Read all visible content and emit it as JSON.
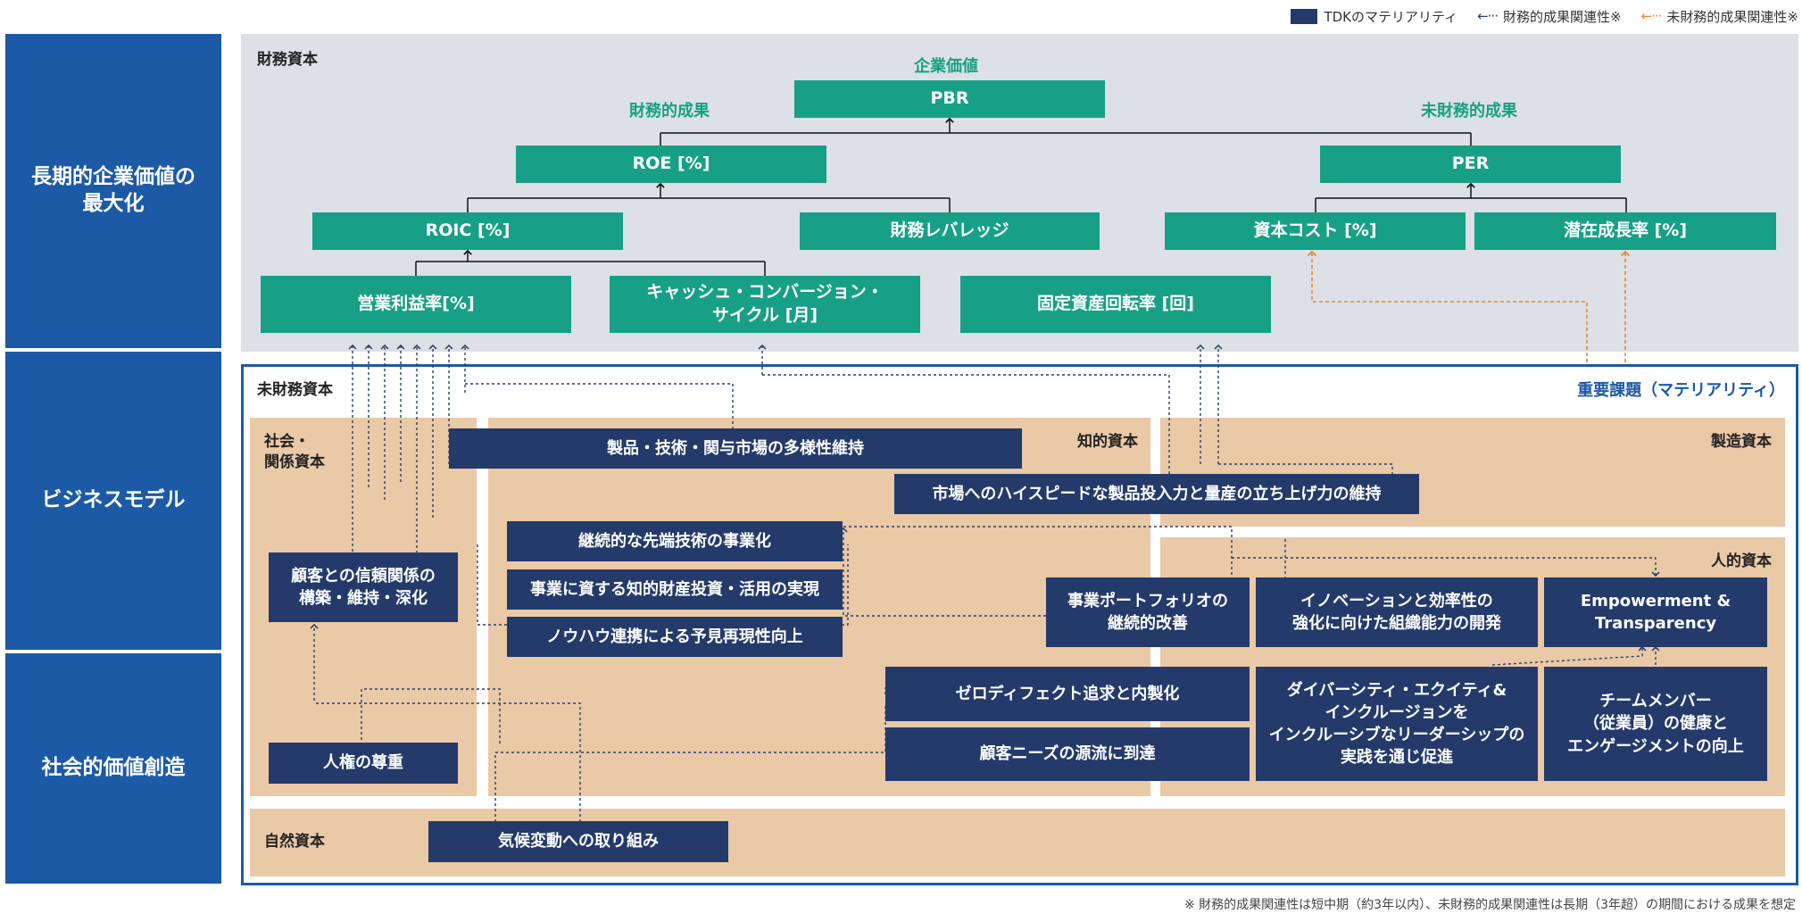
{
  "legend": {
    "tdk_materiality": "TDKのマテリアリティ",
    "financial": "財務的成果関連性※",
    "non_financial": "未財務的成果関連性※",
    "colors": {
      "materiality": "#233a6b",
      "financial": "#2b3f6e",
      "non_financial": "#e8892b"
    }
  },
  "sidebar": {
    "long_term": "長期的企業価値の\n最大化",
    "business_model": "ビジネスモデル",
    "social_value": "社会的価値創造"
  },
  "financial_capital": {
    "title": "財務資本",
    "corporate_value": "企業価値",
    "financial_results": "財務的成果",
    "non_financial_results": "未財務的成果",
    "nodes": {
      "pbr": "PBR",
      "roe": "ROE [%]",
      "per": "PER",
      "roic": "ROIC [%]",
      "leverage": "財務レバレッジ",
      "cost_of_capital": "資本コスト [%]",
      "growth_rate": "潜在成長率 [%]",
      "operating_margin": "営業利益率[%]",
      "ccc": "キャッシュ・コンバージョン・\nサイクル [月]",
      "fixed_asset_turnover": "固定資産回転率 [回]"
    }
  },
  "non_financial_capital": {
    "title": "未財務資本",
    "materiality_title": "重要課題（マテリアリティ）",
    "sections": {
      "social": "社会・\n関係資本",
      "intellectual": "知的資本",
      "manufactured": "製造資本",
      "human": "人的資本",
      "natural": "自然資本"
    },
    "items": {
      "market_diversity": "製品・技術・関与市場の多様性維持",
      "high_speed": "市場へのハイスピードな製品投入力と量産の立ち上げ力の維持",
      "advanced_tech": "継続的な先端技術の事業化",
      "ip_investment": "事業に資する知的財産投資・活用の実現",
      "knowhow": "ノウハウ連携による予見再現性向上",
      "customer_trust": "顧客との信頼関係の\n構築・維持・深化",
      "portfolio": "事業ポートフォリオの\n継続的改善",
      "innovation": "イノベーションと効率性の\n強化に向けた組織能力の開発",
      "empowerment": "Empowerment &\nTransparency",
      "zero_defect": "ゼロディフェクト追求と内製化",
      "customer_needs": "顧客ニーズの源流に到達",
      "diversity": "ダイバーシティ・エクイティ&\nインクルージョンを\nインクルーシブなリーダーシップの\n実践を通じ促進",
      "team_health": "チームメンバー\n（従業員）の健康と\nエンゲージメントの向上",
      "human_rights": "人権の尊重",
      "climate": "気候変動への取り組み"
    }
  },
  "footnote": "※ 財務的成果関連性は短中期（約3年以内）、未財務的成果関連性は長期（3年超）の期間における成果を想定"
}
